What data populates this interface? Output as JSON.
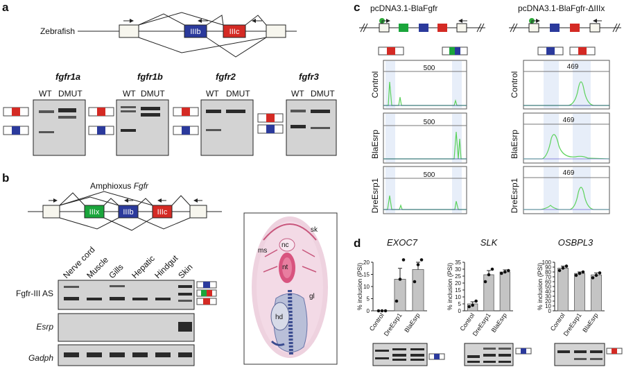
{
  "panel_a": {
    "letter": "a",
    "species_label": "Zebrafish",
    "exons": {
      "b": "IIIb",
      "c": "IIIc"
    },
    "genes": [
      "fgfr1a",
      "fgfr1b",
      "fgfr2",
      "fgfr3"
    ],
    "lane_labels": [
      "WT",
      "DMUT"
    ]
  },
  "panel_b": {
    "letter": "b",
    "title_prefix": "Amphioxus",
    "title_gene": "Fgfr",
    "exons": {
      "x": "IIIx",
      "b": "IIIb",
      "c": "IIIc"
    },
    "tissues": [
      "Nerve cord",
      "Muscle",
      "Gills",
      "Hepatic",
      "Hindgut",
      "Skin"
    ],
    "row_labels": [
      "Fgfr-III AS",
      "Esrp",
      "Gadph"
    ],
    "section_labels": {
      "sk": "sk",
      "nc": "nc",
      "ms": "ms",
      "nt": "nt",
      "gl": "gl",
      "hd": "hd"
    }
  },
  "panel_c": {
    "letter": "c",
    "left_title": "pcDNA3.1-BlaFgfr",
    "right_title": "pcDNA3.1-BlaFgfr-ΔIIIx",
    "conditions": [
      "Control",
      "BlaEsrp",
      "DreEsrp1"
    ],
    "left_axis_label": "500",
    "right_axis_label": "469"
  },
  "panel_d": {
    "letter": "d",
    "ylabel": "% inclusion (PSI)",
    "colors": {
      "bar": "#c4c4c4",
      "green_exon": "#1aa53b",
      "blue_exon": "#2b3a9c",
      "red_exon": "#d42a24",
      "trace": "#5bd25b"
    },
    "chart_data": [
      {
        "type": "bar",
        "title": "EXOC7",
        "categories": [
          "Control",
          "DreEsrp1",
          "BlaEsrp"
        ],
        "values": [
          0,
          13,
          17
        ],
        "errors": [
          0,
          4.5,
          3
        ],
        "points": [
          [
            0,
            0,
            0
          ],
          [
            4,
            13,
            21
          ],
          [
            12,
            19,
            21
          ]
        ],
        "ylim": [
          0,
          20
        ],
        "yticks": [
          0,
          5,
          10,
          15,
          20
        ]
      },
      {
        "type": "bar",
        "title": "SLK",
        "categories": [
          "Control",
          "DreEsrp1",
          "BlaEsrp"
        ],
        "values": [
          5,
          26,
          28
        ],
        "errors": [
          1.5,
          3,
          1.5
        ],
        "points": [
          [
            3,
            4,
            7
          ],
          [
            21,
            26,
            30
          ],
          [
            27,
            28,
            29
          ]
        ],
        "ylim": [
          0,
          35
        ],
        "yticks": [
          0,
          5,
          10,
          15,
          20,
          25,
          30,
          35
        ]
      },
      {
        "type": "bar",
        "title": "OSBPL3",
        "categories": [
          "Control",
          "DreEsrp1",
          "BlaEsrp"
        ],
        "values": [
          88,
          77,
          74
        ],
        "errors": [
          4,
          3,
          4
        ],
        "points": [
          [
            83,
            88,
            92
          ],
          [
            73,
            77,
            80
          ],
          [
            68,
            73,
            78
          ]
        ],
        "ylim": [
          0,
          100
        ],
        "yticks": [
          0,
          10,
          20,
          30,
          40,
          50,
          60,
          70,
          80,
          90,
          100
        ]
      }
    ]
  }
}
